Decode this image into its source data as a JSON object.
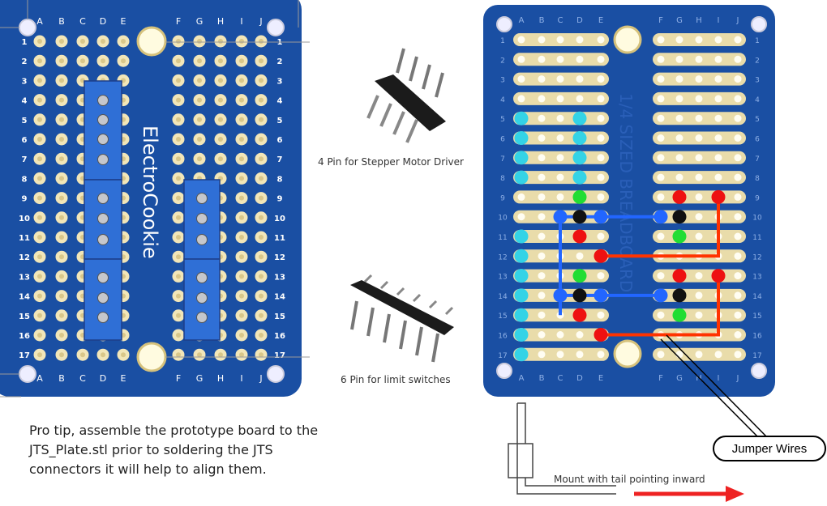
{
  "left_board": {
    "brand_text": "ElectroCookie",
    "col_letters_left": [
      "A",
      "B",
      "C",
      "D",
      "E"
    ],
    "col_letters_right": [
      "F",
      "G",
      "H",
      "I",
      "J"
    ],
    "row_numbers": [
      "1",
      "2",
      "3",
      "4",
      "5",
      "6",
      "7",
      "8",
      "9",
      "10",
      "11",
      "12",
      "13",
      "14",
      "15",
      "16",
      "17"
    ]
  },
  "right_board": {
    "silk_text": "1/4 SIZED BREADBOARD",
    "col_letters_left": [
      "A",
      "B",
      "C",
      "D",
      "E"
    ],
    "col_letters_right": [
      "F",
      "G",
      "H",
      "I",
      "J"
    ],
    "row_numbers": [
      "1",
      "2",
      "3",
      "4",
      "5",
      "6",
      "7",
      "8",
      "9",
      "10",
      "11",
      "12",
      "13",
      "14",
      "15",
      "16",
      "17"
    ]
  },
  "captions": {
    "pin4": "4 Pin for Stepper Motor Driver",
    "pin6": "6 Pin for limit switches",
    "mount": "Mount with tail pointing inward",
    "jumper": "Jumper Wires"
  },
  "protip": {
    "line1": "Pro tip, assemble the prototype board to the",
    "line2": "JTS_Plate.stl prior to soldering the JTS",
    "line3": "connectors it will help to align them."
  },
  "colors": {
    "pcb": "#1a4fa3",
    "header_block": "#2f6fd6",
    "pad": "#f2e6b8",
    "cyan": "#34d3e6",
    "green": "#22dd33",
    "red": "#ee1111",
    "black": "#111111",
    "blue_wire": "#2266ff",
    "red_wire": "#ff3300",
    "arrow": "#ee2222"
  }
}
